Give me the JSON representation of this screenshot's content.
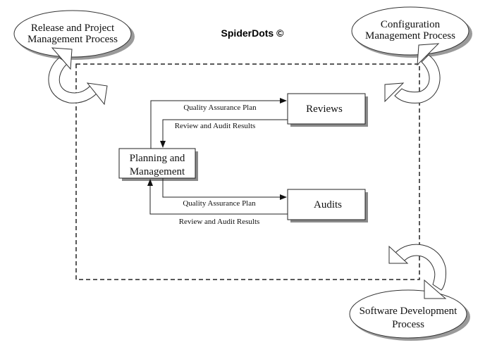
{
  "watermark": "SpiderDots ©",
  "processes": {
    "release": [
      "Release and Project",
      "Management Process"
    ],
    "configuration": [
      "Configuration",
      "Management Process"
    ],
    "software": [
      "Software Development",
      "Process"
    ]
  },
  "boxes": {
    "planning": [
      "Planning and",
      "Management"
    ],
    "reviews": "Reviews",
    "audits": "Audits"
  },
  "flows": {
    "qa_plan_reviews": "Quality Assurance Plan",
    "results_reviews": "Review and Audit Results",
    "qa_plan_audits": "Quality Assurance Plan",
    "results_audits": "Review and Audit Results"
  }
}
